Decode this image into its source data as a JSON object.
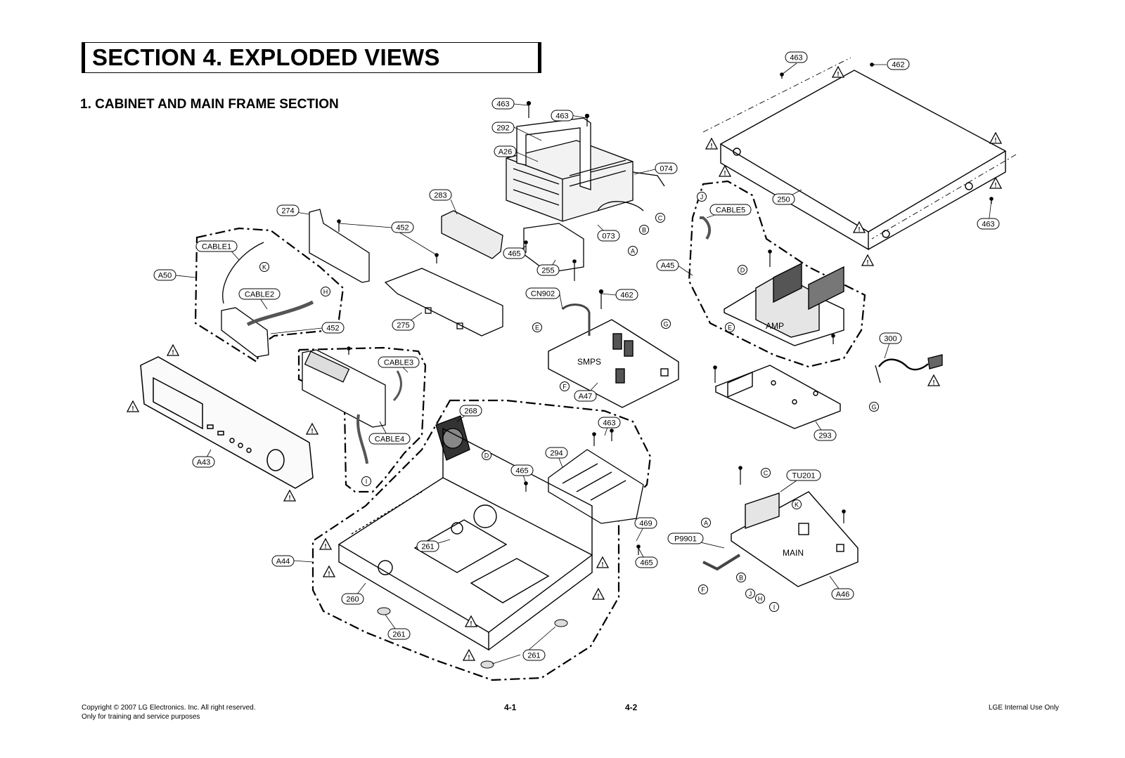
{
  "section_title": "SECTION 4. EXPLODED VIEWS",
  "subsection_title": "1. CABINET AND MAIN FRAME SECTION",
  "part_labels": {
    "p463_top_center": "463",
    "p463_mid": "463",
    "p292": "292",
    "pA26": "A26",
    "p074": "074",
    "p463_cover_top": "463",
    "p462_cover": "462",
    "p250": "250",
    "p463_cover_right": "463",
    "p283": "283",
    "p274": "274",
    "p452_top": "452",
    "pCABLE1": "CABLE1",
    "pA50": "A50",
    "pCABLE2": "CABLE2",
    "p452_mid": "452",
    "p275": "275",
    "p073": "073",
    "p465_frame": "465",
    "p255": "255",
    "pCN902": "CN902",
    "p462_smps": "462",
    "pA45": "A45",
    "pCABLE5": "CABLE5",
    "pCABLE3": "CABLE3",
    "pCABLE4": "CABLE4",
    "pA43": "A43",
    "p268": "268",
    "p463_bracket": "463",
    "p294": "294",
    "p465_chassis": "465",
    "pA47": "A47",
    "p300": "300",
    "p293": "293",
    "p469": "469",
    "p465_rear": "465",
    "pA44": "A44",
    "p261_center": "261",
    "p260": "260",
    "p261_left": "261",
    "p261_right": "261",
    "pTU201": "TU201",
    "pP9901": "P9901",
    "pA46": "A46"
  },
  "connector_letters": {
    "K_a50": "K",
    "H_a50": "H",
    "I_a50": "I",
    "B_loader": "B",
    "A_loader": "A",
    "C_loader": "C",
    "E_smps": "E",
    "F_smps": "F",
    "G_smps": "G",
    "J_amp": "J",
    "D_amp": "D",
    "E_amp": "E",
    "G_cord": "G",
    "D_fan": "D",
    "C_main": "C",
    "K_main": "K",
    "A_main": "A",
    "F_main": "F",
    "B_main": "B",
    "J_main": "J",
    "H_main": "H",
    "I_main": "I"
  },
  "board_names": {
    "smps": "SMPS",
    "amp": "AMP",
    "main": "MAIN"
  },
  "warning_symbol": "!",
  "footer": {
    "copyright": "Copyright © 2007 LG Electronics. Inc. All right reserved.",
    "training": "Only for training and service purposes",
    "page_left": "4-1",
    "page_right": "4-2",
    "internal": "LGE Internal Use Only"
  }
}
